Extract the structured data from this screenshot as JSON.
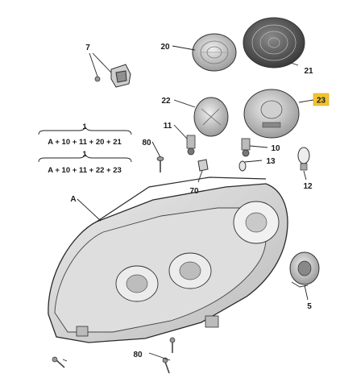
{
  "diagram": {
    "callouts": {
      "c7": "7",
      "c20": "20",
      "c21": "21",
      "c22": "22",
      "c23": "23",
      "c11": "11",
      "c10": "10",
      "c80a": "80",
      "c13": "13",
      "c70": "70",
      "c12": "12",
      "cA": "A",
      "c5": "5",
      "c80b": "80"
    },
    "formulas": {
      "f1_top": "1",
      "f1_bottom": "A + 10 + 11 + 20 + 21",
      "f2_top": "1",
      "f2_bottom": "A + 10 + 11 + 22 + 23"
    },
    "colors": {
      "highlight": "#f2c330",
      "part_light": "#d9d9d9",
      "part_mid": "#bdbdbd",
      "part_dark": "#555555"
    }
  }
}
